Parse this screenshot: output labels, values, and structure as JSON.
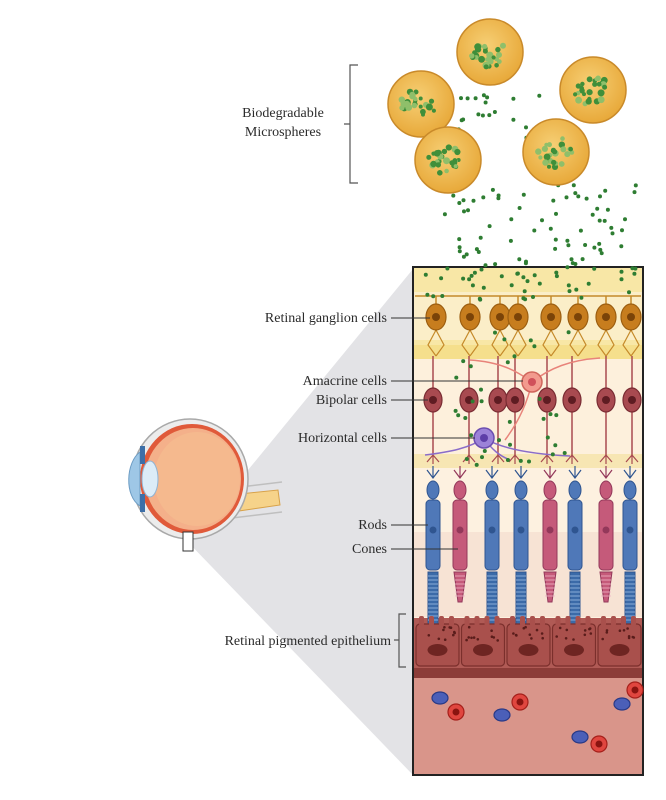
{
  "labels": {
    "microspheres_line1": "Biodegradable",
    "microspheres_line2": "Microspheres",
    "ganglion": "Retinal ganglion cells",
    "amacrine": "Amacrine cells",
    "bipolar": "Bipolar cells",
    "horizontal": "Horizontal cells",
    "rods": "Rods",
    "cones": "Cones",
    "rpe": "Retinal pigmented epithelium"
  },
  "colors": {
    "microsphere": "#f2b84b",
    "drug_particle": "#2e7d32",
    "ganglion_cell": "#c77d1e",
    "amacrine_cell": "#e8837a",
    "bipolar_cell": "#a84a50",
    "horizontal_cell": "#8a6cc9",
    "rod": "#4f78b8",
    "cone": "#c55a7a",
    "rpe": "#9c4a4a",
    "choroid": "#d9958a"
  },
  "icons": [
    "eye-icon",
    "microsphere-icon",
    "blood-cell-icon"
  ]
}
